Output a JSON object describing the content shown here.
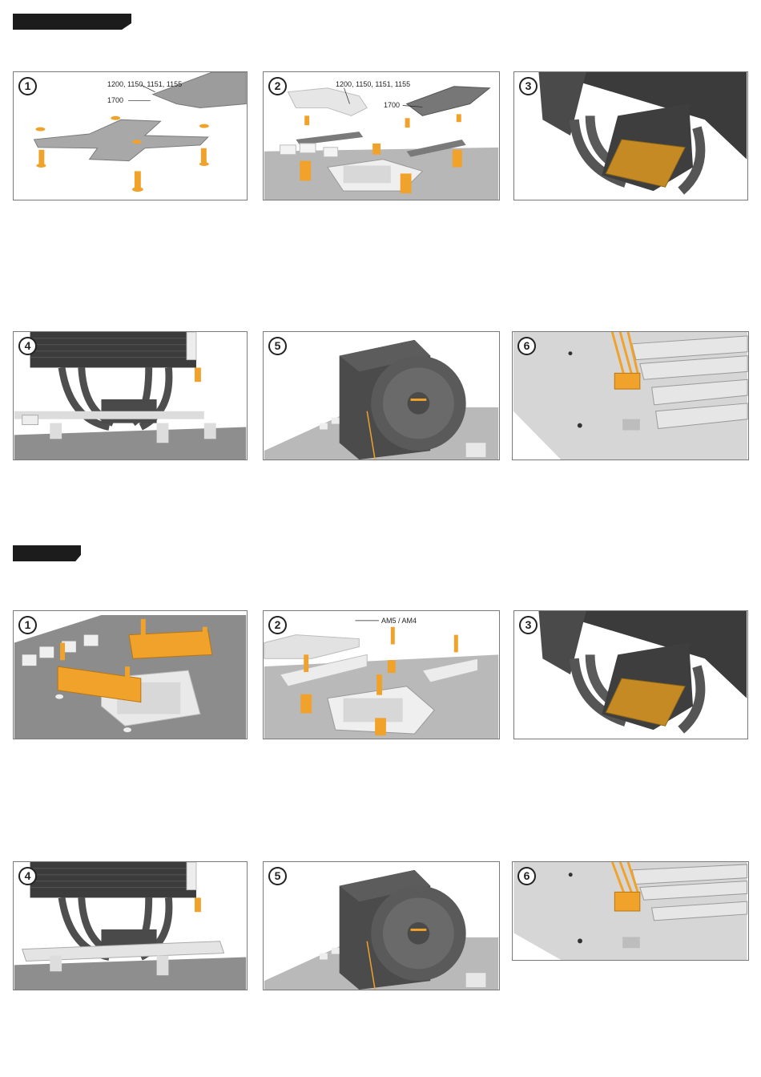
{
  "colors": {
    "accent": "#f0a22a",
    "metal": "#9a9a9a",
    "board": "#8f8f8f",
    "heatsink": "#4a4a4a",
    "tab": "#1c1c1c"
  },
  "intel": {
    "steps": [
      {
        "number": "1",
        "labels": [
          "1200, 1150, 1151, 1155",
          "1700"
        ]
      },
      {
        "number": "2",
        "labels": [
          "1200, 1150, 1151, 1155",
          "1700"
        ]
      },
      {
        "number": "3",
        "labels": []
      },
      {
        "number": "4",
        "labels": []
      },
      {
        "number": "5",
        "labels": []
      },
      {
        "number": "6",
        "labels": []
      }
    ]
  },
  "amd": {
    "steps": [
      {
        "number": "1",
        "labels": []
      },
      {
        "number": "2",
        "labels": [
          "AM5 / AM4"
        ]
      },
      {
        "number": "3",
        "labels": []
      },
      {
        "number": "4",
        "labels": []
      },
      {
        "number": "5",
        "labels": []
      },
      {
        "number": "6",
        "labels": []
      }
    ]
  }
}
